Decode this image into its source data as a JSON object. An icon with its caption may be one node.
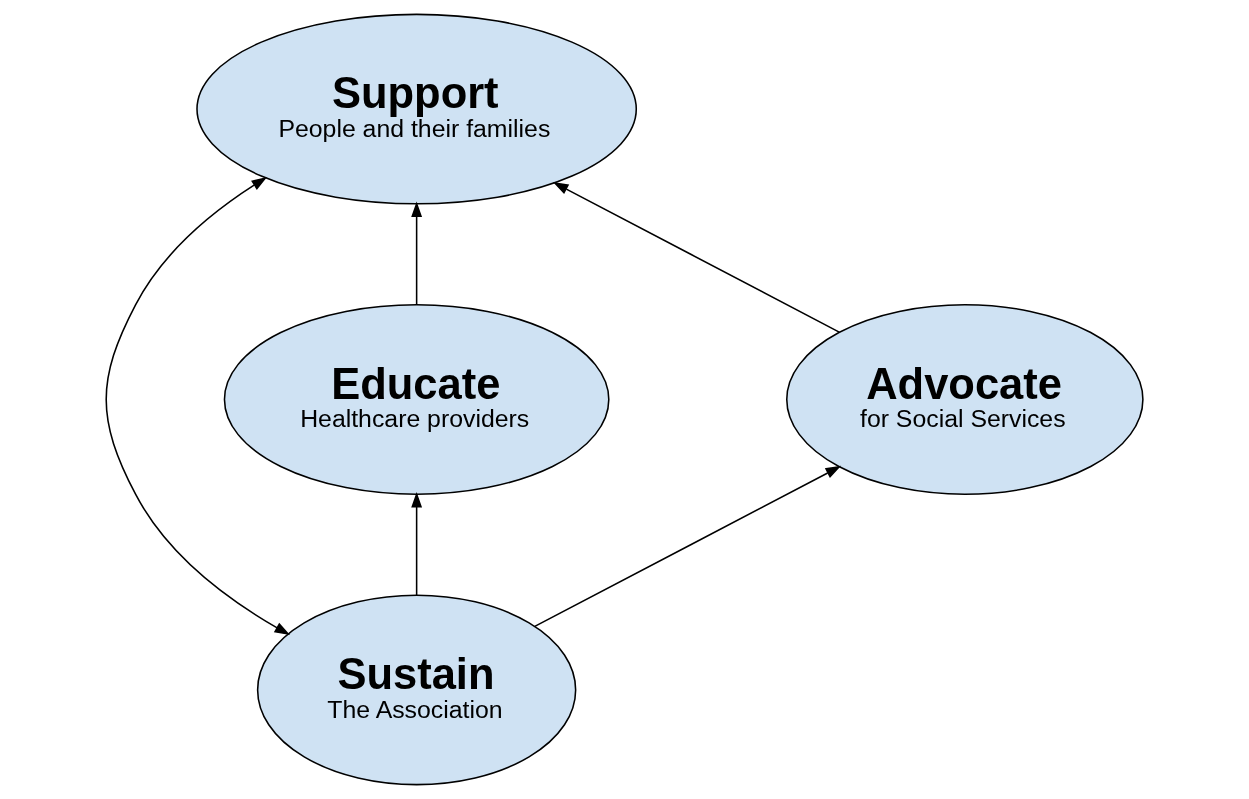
{
  "diagram": {
    "nodes": [
      {
        "text": [
          "Support",
          "People and their families"
        ]
      },
      {
        "text": [
          "Educate",
          "Healthcare providers"
        ]
      },
      {
        "text": [
          "Advocate",
          "for Social Services"
        ]
      },
      {
        "text": [
          "Sustain",
          "The Association"
        ]
      }
    ],
    "edges": [
      {
        "from": 1,
        "to": 0,
        "arrow": "to"
      },
      {
        "from": 2,
        "to": 0,
        "arrow": "to"
      },
      {
        "from": 0,
        "to": 3,
        "arrow": "both"
      },
      {
        "from": 3,
        "to": 1,
        "arrow": "to"
      },
      {
        "from": 3,
        "to": 2,
        "arrow": "to"
      }
    ]
  }
}
